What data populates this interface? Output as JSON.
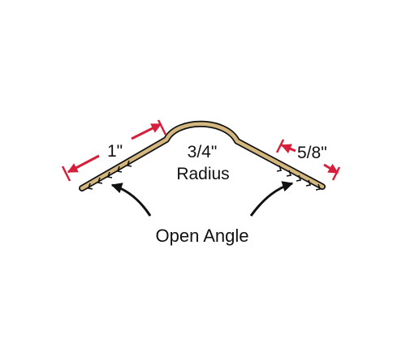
{
  "labels": {
    "left_dimension": "1\"",
    "right_dimension": "5/8\"",
    "radius_value": "3/4\"",
    "radius_label": "Radius",
    "angle_label": "Open Angle"
  },
  "colors": {
    "profile_fill": "#d4b77e",
    "profile_stroke": "#111111",
    "dimension_red": "#d61f3a",
    "arrow_black": "#111111",
    "background": "#ffffff"
  }
}
